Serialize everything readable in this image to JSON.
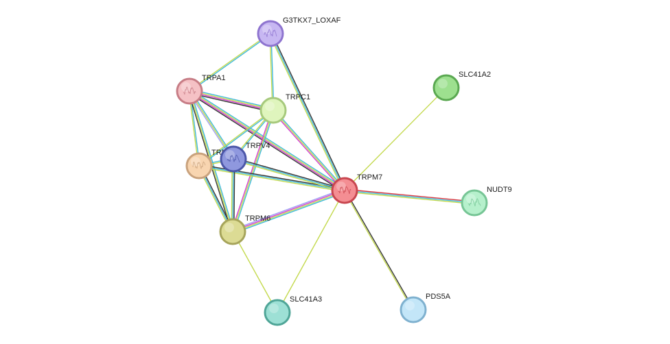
{
  "nodes": [
    {
      "id": "G3TKX7_LOXAF",
      "label": "G3TKX7_LOXAF",
      "fill": "#c7b7f2",
      "stroke": "#8e74cf",
      "icon": "protein-structure-icon"
    },
    {
      "id": "TRPA1",
      "label": "TRPA1",
      "fill": "#f5c1c5",
      "stroke": "#c77d86",
      "icon": "protein-structure-icon"
    },
    {
      "id": "TRPC1",
      "label": "TRPC1",
      "fill": "#dff5bd",
      "stroke": "#a6c97c",
      "icon": "none"
    },
    {
      "id": "TRPV_HIDDEN",
      "label": "TRP",
      "fill": "#f8d5b0",
      "stroke": "#c9a27d",
      "icon": "protein-structure-icon"
    },
    {
      "id": "TRPV4",
      "label": "TRPV4",
      "fill": "#8f98de",
      "stroke": "#4b56a8",
      "icon": "protein-structure-icon"
    },
    {
      "id": "TRPM7",
      "label": "TRPM7",
      "fill": "#f48e93",
      "stroke": "#c8464f",
      "icon": "protein-structure-icon"
    },
    {
      "id": "TRPM6",
      "label": "TRPM6",
      "fill": "#dcdb94",
      "stroke": "#a6a45a",
      "icon": "none"
    },
    {
      "id": "SLC41A2",
      "label": "SLC41A2",
      "fill": "#9de08f",
      "stroke": "#5aa851",
      "icon": "none"
    },
    {
      "id": "NUDT9",
      "label": "NUDT9",
      "fill": "#b6f0cc",
      "stroke": "#76c595",
      "icon": "protein-structure-icon"
    },
    {
      "id": "SLC41A3",
      "label": "SLC41A3",
      "fill": "#9de0d5",
      "stroke": "#4fa597",
      "icon": "none"
    },
    {
      "id": "PDS5A",
      "label": "PDS5A",
      "fill": "#c3e6f8",
      "stroke": "#7fb1cf",
      "icon": "none"
    }
  ],
  "edges": [
    {
      "from": "G3TKX7_LOXAF",
      "to": "TRPA1",
      "colors": [
        "#3fb8d8",
        "#c3d94c"
      ]
    },
    {
      "from": "G3TKX7_LOXAF",
      "to": "TRPC1",
      "colors": [
        "#3fb8d8",
        "#c3d94c"
      ]
    },
    {
      "from": "G3TKX7_LOXAF",
      "to": "TRPM7",
      "colors": [
        "#333333",
        "#3fb8d8",
        "#c3d94c"
      ]
    },
    {
      "from": "TRPA1",
      "to": "TRPC1",
      "colors": [
        "#3fb8d8",
        "#c3d94c",
        "#d03ad0",
        "#333333"
      ]
    },
    {
      "from": "TRPA1",
      "to": "TRPM7",
      "colors": [
        "#3fb8d8",
        "#c3d94c",
        "#d03ad0",
        "#333333"
      ]
    },
    {
      "from": "TRPA1",
      "to": "TRPV_HIDDEN",
      "colors": [
        "#3fb8d8",
        "#c3d94c"
      ]
    },
    {
      "from": "TRPA1",
      "to": "TRPV4",
      "colors": [
        "#3fb8d8",
        "#c3d94c",
        "#9d9df2"
      ]
    },
    {
      "from": "TRPA1",
      "to": "TRPM6",
      "colors": [
        "#3fb8d8",
        "#c3d94c",
        "#333333"
      ]
    },
    {
      "from": "TRPC1",
      "to": "TRPV_HIDDEN",
      "colors": [
        "#3fb8d8",
        "#c3d94c"
      ]
    },
    {
      "from": "TRPC1",
      "to": "TRPV4",
      "colors": [
        "#3fb8d8",
        "#c3d94c"
      ]
    },
    {
      "from": "TRPC1",
      "to": "TRPM7",
      "colors": [
        "#3fb8d8",
        "#c3d94c",
        "#d03ad0"
      ]
    },
    {
      "from": "TRPC1",
      "to": "TRPM6",
      "colors": [
        "#3fb8d8",
        "#c3d94c",
        "#d03ad0"
      ]
    },
    {
      "from": "TRPV_HIDDEN",
      "to": "TRPV4",
      "colors": [
        "#3fb8d8",
        "#c3d94c"
      ]
    },
    {
      "from": "TRPV_HIDDEN",
      "to": "TRPM7",
      "colors": [
        "#333333",
        "#3fb8d8",
        "#c3d94c"
      ]
    },
    {
      "from": "TRPV_HIDDEN",
      "to": "TRPM6",
      "colors": [
        "#333333",
        "#3fb8d8",
        "#c3d94c"
      ]
    },
    {
      "from": "TRPV4",
      "to": "TRPM7",
      "colors": [
        "#333333",
        "#3fb8d8",
        "#c3d94c"
      ]
    },
    {
      "from": "TRPV4",
      "to": "TRPM6",
      "colors": [
        "#333333",
        "#3fb8d8",
        "#c3d94c"
      ]
    },
    {
      "from": "TRPM7",
      "to": "TRPM6",
      "colors": [
        "#3fb8d8",
        "#c3d94c",
        "#d03ad0",
        "#9d9df2"
      ]
    },
    {
      "from": "TRPM7",
      "to": "NUDT9",
      "colors": [
        "#d8343c",
        "#3fb8d8",
        "#c3d94c"
      ]
    },
    {
      "from": "TRPM7",
      "to": "SLC41A2",
      "colors": [
        "#c3d94c"
      ]
    },
    {
      "from": "TRPM7",
      "to": "SLC41A3",
      "colors": [
        "#c3d94c"
      ]
    },
    {
      "from": "TRPM7",
      "to": "PDS5A",
      "colors": [
        "#333333",
        "#c3d94c"
      ]
    },
    {
      "from": "TRPM6",
      "to": "SLC41A3",
      "colors": [
        "#c3d94c"
      ]
    }
  ]
}
